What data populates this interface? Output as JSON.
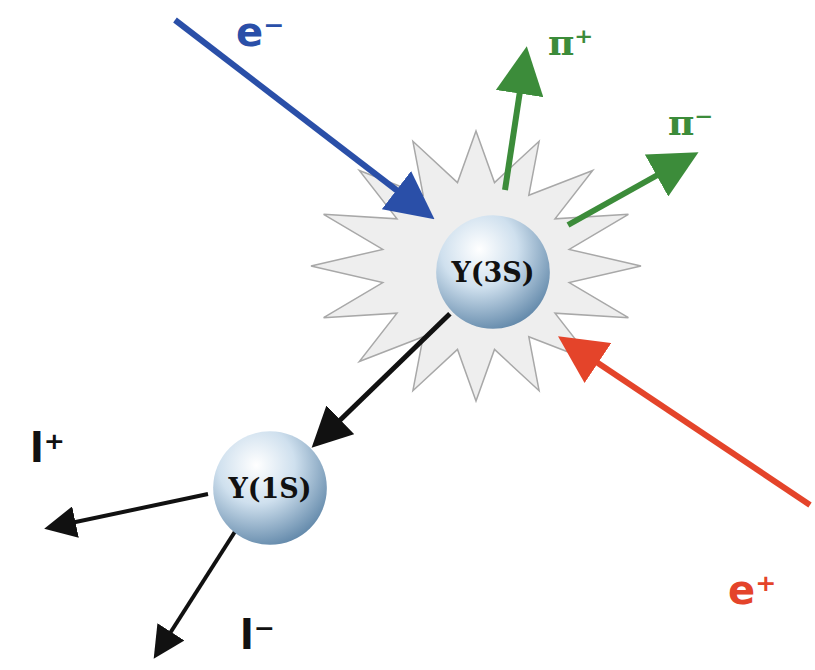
{
  "diagram": {
    "nodes": [
      {
        "text": [
          "Υ(3S)"
        ]
      },
      {
        "text": [
          "Υ(1S)"
        ]
      }
    ],
    "edges": [
      {
        "from": 0,
        "to": 1,
        "arrow": "to"
      }
    ],
    "labels": [
      "e⁻",
      "π⁺",
      "π⁻",
      "e⁺",
      "l⁺",
      "l⁻"
    ]
  }
}
